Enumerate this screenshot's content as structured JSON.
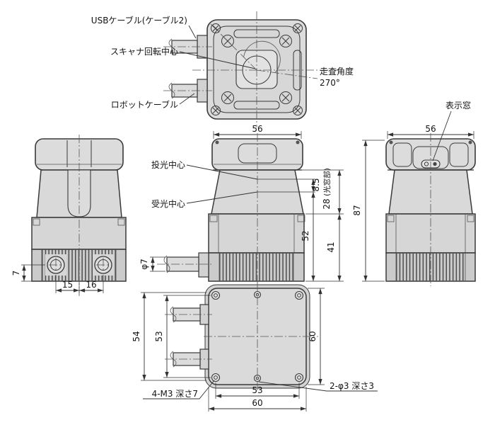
{
  "colors": {
    "line": "#3a3a3a",
    "body_fill": "#dcdcdc",
    "fin_band": "#cbcbcb",
    "background": "#ffffff"
  },
  "top_view": {
    "usb_cable_label": "USBケーブル(ケーブル2)",
    "scanner_center_label": "スキャナ回転中心",
    "robot_cable_label": "ロボットケーブル",
    "scan_angle_label": "走査角度",
    "scan_angle_value": "270°"
  },
  "front_view": {
    "hole_height_dim": "7",
    "hole_left_pitch_dim": "15",
    "hole_right_pitch_dim": "16"
  },
  "side_view": {
    "width_dim": "56",
    "emit_center_label": "投光中心",
    "receive_center_label": "受光中心",
    "emit_offset_dim": "8.5",
    "window_note": "(光窓部)",
    "window_height_dim": "28",
    "receive_height_dim": "52",
    "base_height_dim": "41",
    "cable_dia_dim": "φ7"
  },
  "rear_view": {
    "width_dim": "56",
    "height_dim": "87",
    "display_window_label": "表示窓"
  },
  "bottom_view": {
    "pitch_54_dim": "54",
    "pitch_53_left_dim": "53",
    "depth_dim": "60",
    "pitch_53_bottom_dim": "53",
    "width_dim": "60",
    "corner_holes_label": "4-M3 深さ7",
    "center_holes_label": "2-φ3 深さ3"
  }
}
